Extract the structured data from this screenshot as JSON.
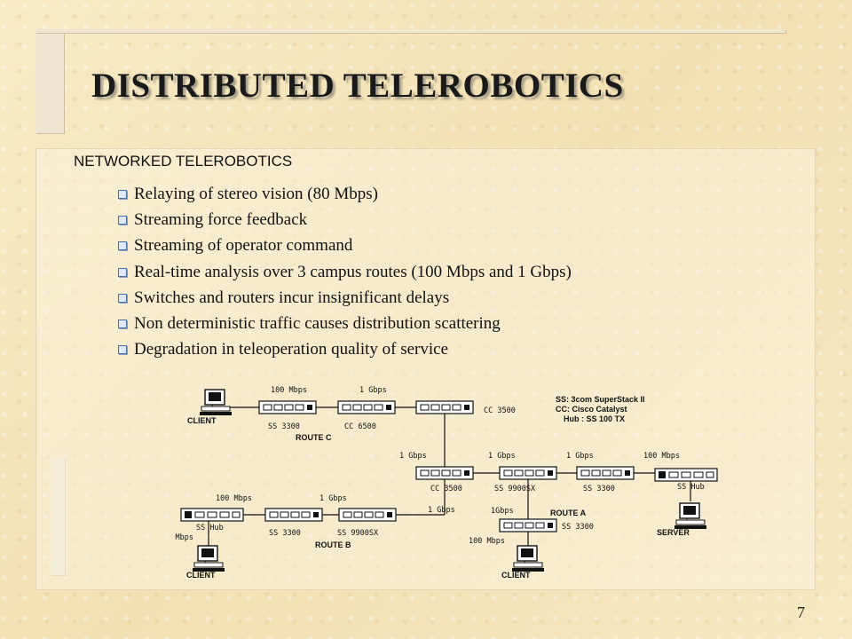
{
  "slide": {
    "title": "DISTRIBUTED TELEROBOTICS",
    "section_heading": "NETWORKED TELEROBOTICS",
    "bullets": [
      "Relaying of stereo vision (80 Mbps)",
      "Streaming force feedback",
      "Streaming of operator command",
      "Real-time analysis over 3 campus routes (100 Mbps and 1 Gbps)",
      "Switches and routers incur insignificant delays",
      "Non deterministic traffic causes distribution scattering",
      "Degradation in teleoperation quality of service"
    ],
    "page_number": "7"
  },
  "diagram": {
    "legend": {
      "line1": "SS: 3com SuperStack II",
      "line2": "CC: Cisco Catalyst",
      "line3": "Hub : SS 100 TX"
    },
    "routes": {
      "c": "ROUTE C",
      "a": "ROUTE A",
      "b": "ROUTE B"
    },
    "nodes": {
      "client_top": "CLIENT",
      "client_bottom_left": "CLIENT",
      "client_bottom_mid": "CLIENT",
      "server": "SERVER",
      "ss3300_c": "SS 3300",
      "cc6500": "CC 6500",
      "cc3500_top": "CC 3500",
      "cc3500_mid": "CC 3500",
      "ss9900sx_mid": "SS 9900SX",
      "ss3300_mid": "SS 3300",
      "hub_right": "SS Hub",
      "hub_left": "SS Hub",
      "ss3300_b": "SS 3300",
      "ss9900sx_b": "SS 9900SX",
      "ss3300_a": "SS 3300"
    },
    "links": {
      "c1": "100 Mbps",
      "c2": "1 Gbps",
      "m1": "1 Gbps",
      "m2": "1 Gbps",
      "m3": "1 Gbps",
      "m4": "100 Mbps",
      "b1": "100 Mbps",
      "b2": "1 Gbps",
      "b3": "1 Gbps",
      "b4": "100 Mbps",
      "a1": "1Gbps",
      "a2": "100 Mbps"
    }
  }
}
